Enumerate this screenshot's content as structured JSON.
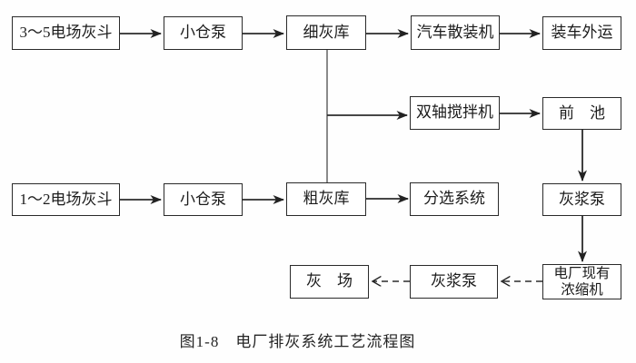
{
  "caption": "图1-8　电厂排灰系统工艺流程图",
  "nodes": {
    "hopper35": {
      "label": "3～5电场灰斗"
    },
    "pump_top": {
      "label": "小仓泵"
    },
    "fine_silo": {
      "label": "细灰库"
    },
    "truck_loader": {
      "label": "汽车散装机"
    },
    "load_out": {
      "label": "装车外运"
    },
    "mixer": {
      "label": "双轴搅拌机"
    },
    "front_pool": {
      "label": "前　池"
    },
    "hopper12": {
      "label": "1～2电场灰斗"
    },
    "pump_bottom": {
      "label": "小仓泵"
    },
    "coarse_silo": {
      "label": "粗灰库"
    },
    "sorting": {
      "label": "分选系统"
    },
    "slurry_pump_right": {
      "label": "灰浆泵"
    },
    "ash_yard": {
      "label": "灰　场"
    },
    "slurry_pump_mid": {
      "label": "灰浆泵"
    },
    "thickener": {
      "lines": [
        "电厂现有",
        "浓缩机"
      ]
    }
  },
  "edges": [
    {
      "from": "3～5电场灰斗",
      "to": "小仓泵",
      "style": "solid-arrow"
    },
    {
      "from": "小仓泵",
      "to": "细灰库",
      "style": "solid-arrow"
    },
    {
      "from": "细灰库",
      "to": "汽车散装机",
      "style": "solid-arrow"
    },
    {
      "from": "汽车散装机",
      "to": "装车外运",
      "style": "solid-arrow"
    },
    {
      "from": "细灰库",
      "to": "粗灰库",
      "style": "solid-line"
    },
    {
      "from": "细灰库粗灰库连线",
      "to": "双轴搅拌机",
      "style": "solid-arrow"
    },
    {
      "from": "双轴搅拌机",
      "to": "前池",
      "style": "solid-arrow"
    },
    {
      "from": "前池",
      "to": "灰浆泵",
      "style": "solid-arrow"
    },
    {
      "from": "灰浆泵",
      "to": "电厂现有浓缩机",
      "style": "solid-arrow"
    },
    {
      "from": "1～2电场灰斗",
      "to": "小仓泵",
      "style": "solid-arrow"
    },
    {
      "from": "小仓泵",
      "to": "粗灰库",
      "style": "solid-arrow"
    },
    {
      "from": "粗灰库",
      "to": "分选系统",
      "style": "solid-arrow"
    },
    {
      "from": "电厂现有浓缩机",
      "to": "灰浆泵",
      "style": "dashed-arrow"
    },
    {
      "from": "灰浆泵",
      "to": "灰场",
      "style": "dashed-arrow"
    }
  ],
  "colors": {
    "line": "#2b2b2b",
    "box_border": "#2a2a2a",
    "text": "#1c1c1c",
    "background": "#fefefe"
  }
}
